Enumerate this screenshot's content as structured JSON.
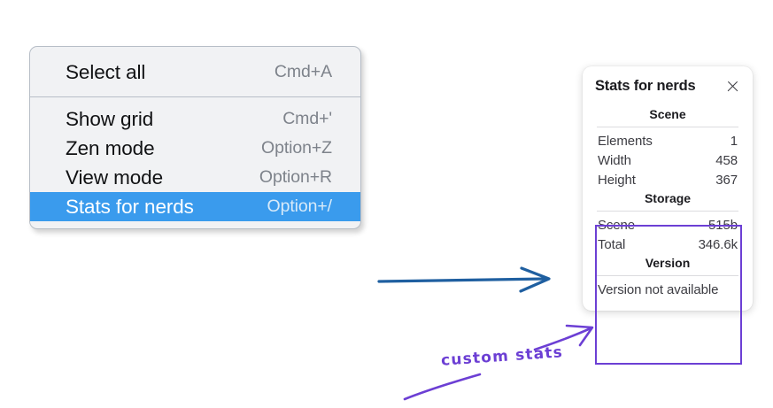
{
  "menu": {
    "groups": [
      {
        "items": [
          {
            "label": "Select all",
            "shortcut": "Cmd+A",
            "selected": false
          }
        ]
      },
      {
        "items": [
          {
            "label": "Show grid",
            "shortcut": "Cmd+'",
            "selected": false
          },
          {
            "label": "Zen mode",
            "shortcut": "Option+Z",
            "selected": false
          },
          {
            "label": "View mode",
            "shortcut": "Option+R",
            "selected": false
          },
          {
            "label": "Stats for nerds",
            "shortcut": "Option+/",
            "selected": true
          }
        ]
      }
    ]
  },
  "panel": {
    "title": "Stats for nerds",
    "close_icon": "close-icon",
    "sections": [
      {
        "heading": "Scene",
        "rows": [
          {
            "label": "Elements",
            "value": "1"
          },
          {
            "label": "Width",
            "value": "458"
          },
          {
            "label": "Height",
            "value": "367"
          }
        ]
      },
      {
        "heading": "Storage",
        "rows": [
          {
            "label": "Scene",
            "value": "515b"
          },
          {
            "label": "Total",
            "value": "346.6k"
          }
        ]
      },
      {
        "heading": "Version",
        "note": "Version not available"
      }
    ]
  },
  "annotations": {
    "custom_stats_label": "custom stats",
    "highlight_color": "#6c3fd4",
    "flow_arrow_color": "#1f5fa0",
    "menu_selection_color": "#3a9bed"
  }
}
